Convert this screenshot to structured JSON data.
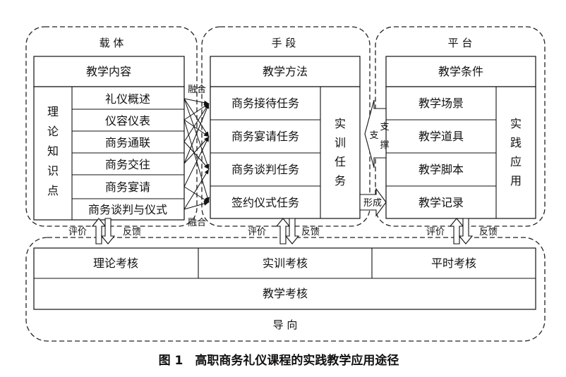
{
  "groups": {
    "carrier": {
      "title": "载 体",
      "header": "教学内容",
      "side_label": [
        "理",
        "论",
        "知",
        "识",
        "点"
      ],
      "items": [
        "礼仪概述",
        "仪容仪表",
        "商务通联",
        "商务交往",
        "商务宴请",
        "商务谈判与仪式"
      ]
    },
    "means": {
      "title": "手 段",
      "header": "教学方法",
      "items": [
        "商务接待任务",
        "商务宴请任务",
        "商务谈判任务",
        "签约仪式任务"
      ],
      "side_label": [
        "实",
        "训",
        "任",
        "务"
      ]
    },
    "platform": {
      "title": "平 台",
      "header": "教学条件",
      "items": [
        "教学场景",
        "教学道具",
        "教学脚本",
        "教学记录"
      ],
      "side_label": [
        "实",
        "践",
        "应",
        "用"
      ]
    }
  },
  "connectors": {
    "fuse_top": "融合",
    "fuse_bottom": "融合",
    "support": [
      "支",
      "撑"
    ],
    "form": "形成",
    "evaluate": "评价",
    "feedback": "反馈"
  },
  "assessment": {
    "items": [
      "理论考核",
      "实训考核",
      "平时考核"
    ],
    "main": "教学考核",
    "guide": "导 向"
  },
  "caption": "图 1　高职商务礼仪课程的实践教学应用途径"
}
